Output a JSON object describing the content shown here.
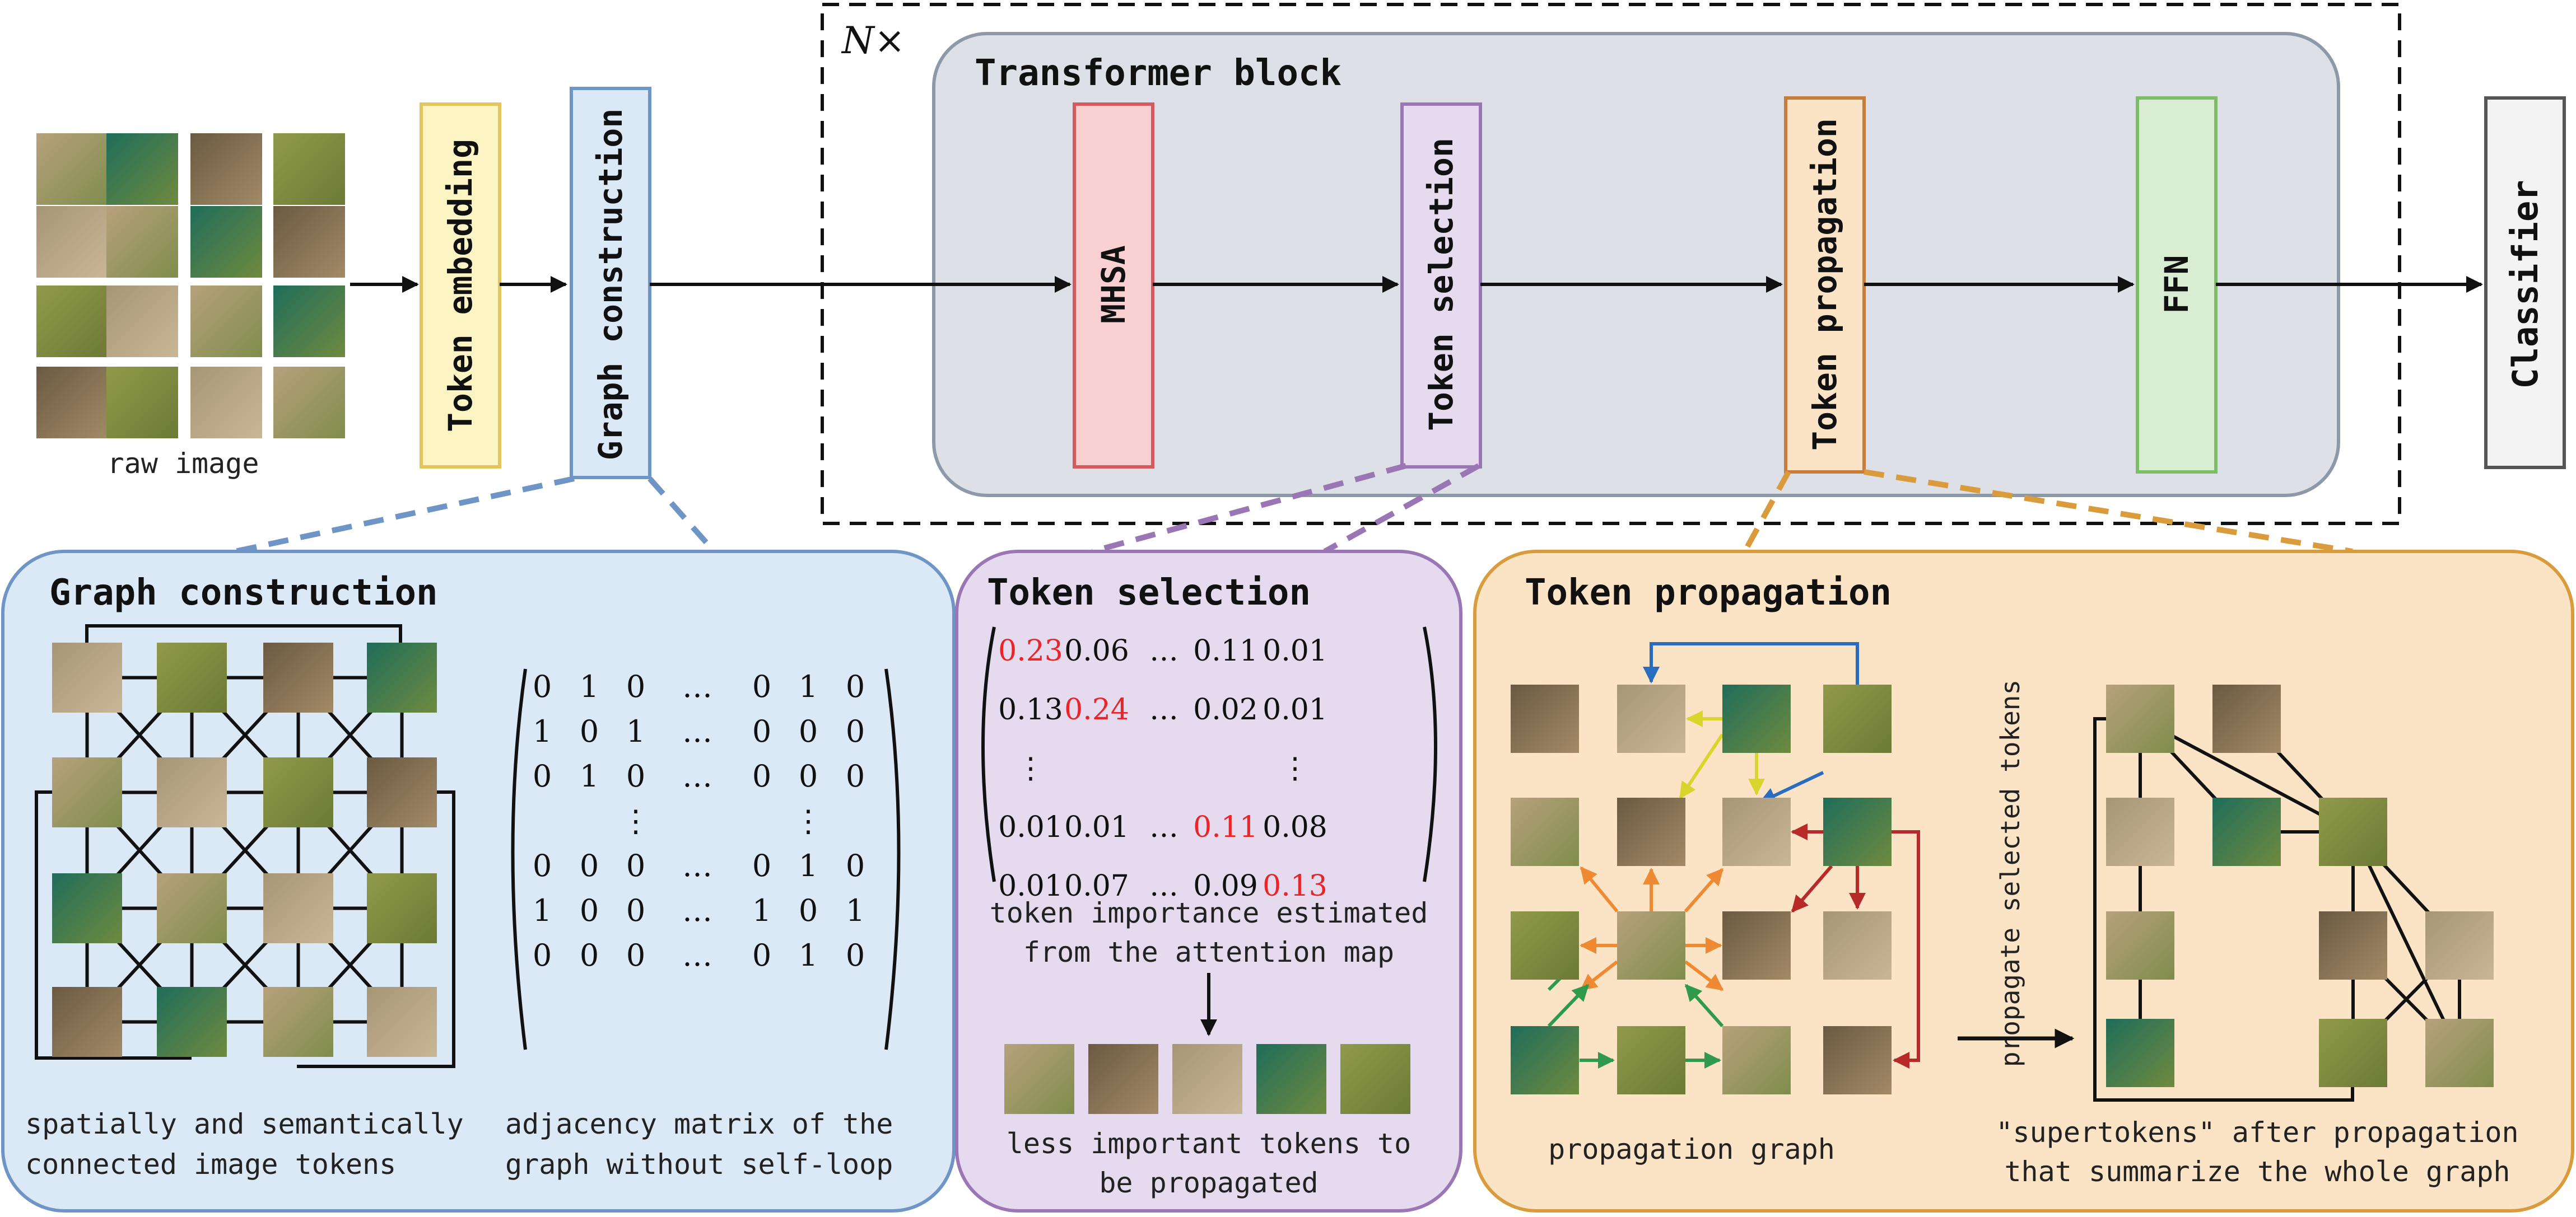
{
  "pipeline": {
    "raw_image_caption": "raw image",
    "token_embedding": "Token embedding",
    "graph_construction": "Graph construction",
    "repeat_label": "N×",
    "transformer_block": "Transformer block",
    "mhsa": "MHSA",
    "token_selection": "Token selection",
    "token_propagation": "Token propagation",
    "ffn": "FFN",
    "classifier": "Classifier"
  },
  "graph_panel": {
    "title": "Graph construction",
    "caption_left": [
      "spatially and semantically",
      "connected image tokens"
    ],
    "caption_right": [
      "adjacency matrix of the",
      "graph without self-loop"
    ],
    "matrix_rows": [
      [
        "0",
        "1",
        "0",
        "...",
        "0",
        "1",
        "0"
      ],
      [
        "1",
        "0",
        "1",
        "...",
        "0",
        "0",
        "0"
      ],
      [
        "0",
        "1",
        "0",
        "...",
        "0",
        "0",
        "0"
      ],
      [
        "",
        "",
        "⋮",
        "",
        "",
        "⋮",
        ""
      ],
      [
        "0",
        "0",
        "0",
        "...",
        "0",
        "1",
        "0"
      ],
      [
        "1",
        "0",
        "0",
        "...",
        "1",
        "0",
        "1"
      ],
      [
        "0",
        "0",
        "0",
        "...",
        "0",
        "1",
        "0"
      ]
    ]
  },
  "selection_panel": {
    "title": "Token selection",
    "matrix_rows": [
      [
        "0.23",
        "0.06",
        "...",
        "0.11",
        "0.01"
      ],
      [
        "0.13",
        "0.24",
        "...",
        "0.02",
        "0.01"
      ],
      [
        "⋮",
        "",
        "",
        "",
        "⋮"
      ],
      [
        "0.01",
        "0.01",
        "...",
        "0.11",
        "0.08"
      ],
      [
        "0.01",
        "0.07",
        "...",
        "0.09",
        "0.13"
      ]
    ],
    "highlighted": [
      "0.23",
      "0.24",
      "0.11",
      "0.13"
    ],
    "highlight_color": "#e8262a",
    "caption_top": [
      "token importance estimated",
      "from the attention map"
    ],
    "caption_bottom": [
      "less important tokens to",
      "be propagated"
    ]
  },
  "propagation_panel": {
    "title": "Token propagation",
    "side_label": "propagate selected tokens",
    "caption_left": "propagation graph",
    "caption_right": [
      "\"supertokens\" after propagation",
      "that summarize the whole graph"
    ]
  },
  "colors": {
    "embed_fill": "#fdf4c4",
    "embed_stroke": "#e4c55d",
    "graph_fill": "#dbe8f6",
    "graph_stroke": "#6f94c6",
    "transformer_fill": "#dde1e7",
    "transformer_stroke": "#8d98a8",
    "mhsa_fill": "#f8d0d2",
    "mhsa_stroke": "#d15b5e",
    "sel_fill": "#e6daef",
    "sel_stroke": "#9a77b4",
    "prop_fill": "#fbe3c6",
    "prop_stroke": "#c77c3c",
    "ffn_fill": "#d9edd3",
    "ffn_stroke": "#7ebd68",
    "cls_fill": "#f3f3f3",
    "cls_stroke": "#555555",
    "arrow_blue": "#2a6cc0",
    "arrow_yellow": "#d8d62c",
    "arrow_orange": "#ef8a32",
    "arrow_green": "#2f9a4b",
    "arrow_red": "#b82a2a"
  }
}
